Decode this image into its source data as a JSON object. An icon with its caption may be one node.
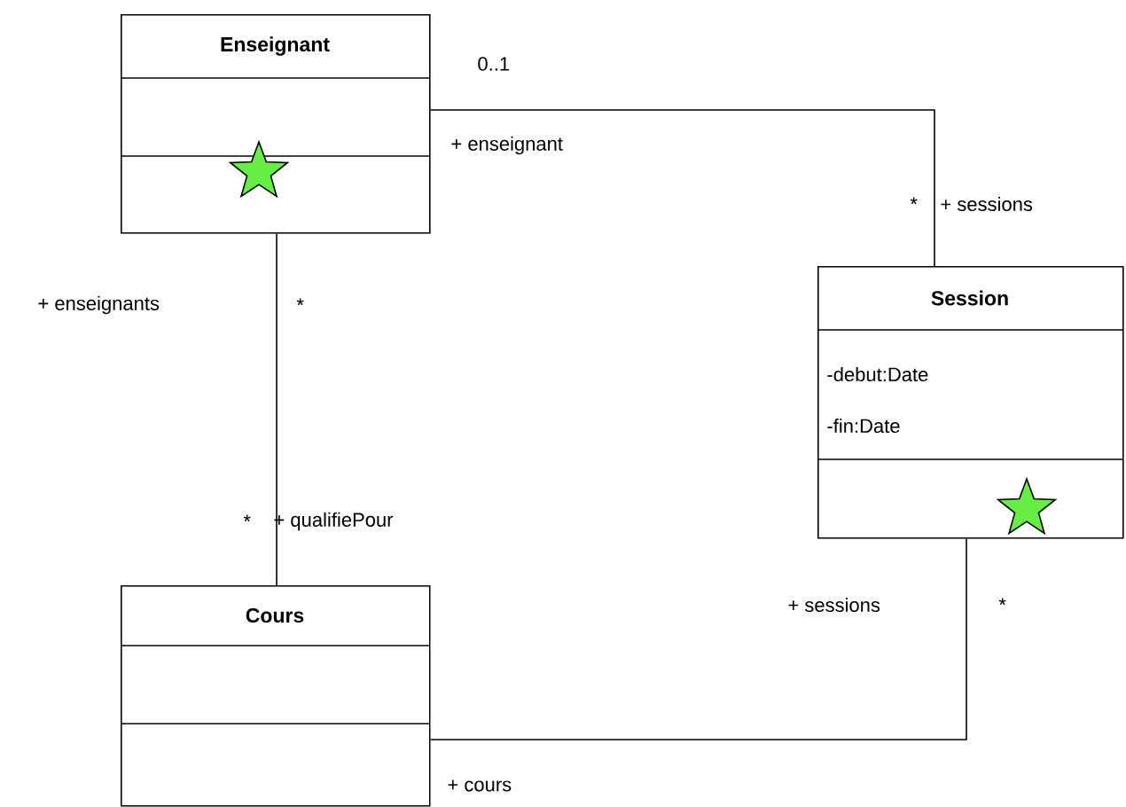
{
  "diagram": {
    "nodes": [
      {
        "text": [
          "Enseignant"
        ]
      },
      {
        "text": [
          "Session",
          "-debut:Date",
          "-fin:Date"
        ]
      },
      {
        "text": [
          "Cours"
        ]
      }
    ],
    "edges": [
      {
        "from": 0,
        "to": 1,
        "arrow": "none"
      },
      {
        "from": 0,
        "to": 2,
        "arrow": "none"
      },
      {
        "from": 2,
        "to": 1,
        "arrow": "none"
      }
    ],
    "labels": [
      "0..1",
      "+ enseignant",
      "*",
      "+ sessions",
      "+ enseignants",
      "*",
      "*",
      "+ qualifiePour",
      "+ sessions",
      "*",
      "+ cours"
    ]
  }
}
